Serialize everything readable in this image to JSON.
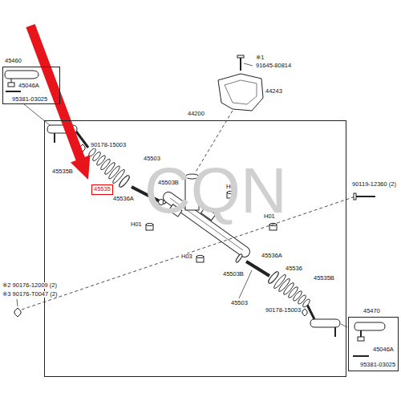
{
  "diagram": {
    "nodes": [
      {
        "text": [
          "45460",
          "45046A",
          "95381-03025"
        ]
      },
      {
        "text": [
          "44200"
        ]
      },
      {
        "text": [
          "45535"
        ],
        "in": 1
      },
      {
        "text": [
          "45470",
          "45046A",
          "95381-03025"
        ]
      }
    ],
    "labels": [
      "※1",
      "91645-80814",
      "44243",
      "90178-15003",
      "45535B",
      "45536A",
      "45503",
      "45503B",
      "H01",
      "H01",
      "H01",
      "H03",
      "90119-12360 (2)",
      "※2 90176-12009 (2)",
      "※3 90176-T0047 (2)",
      "45536A",
      "45536",
      "45535B",
      "45503B",
      "45503",
      "90178-15003",
      "CQN"
    ]
  }
}
